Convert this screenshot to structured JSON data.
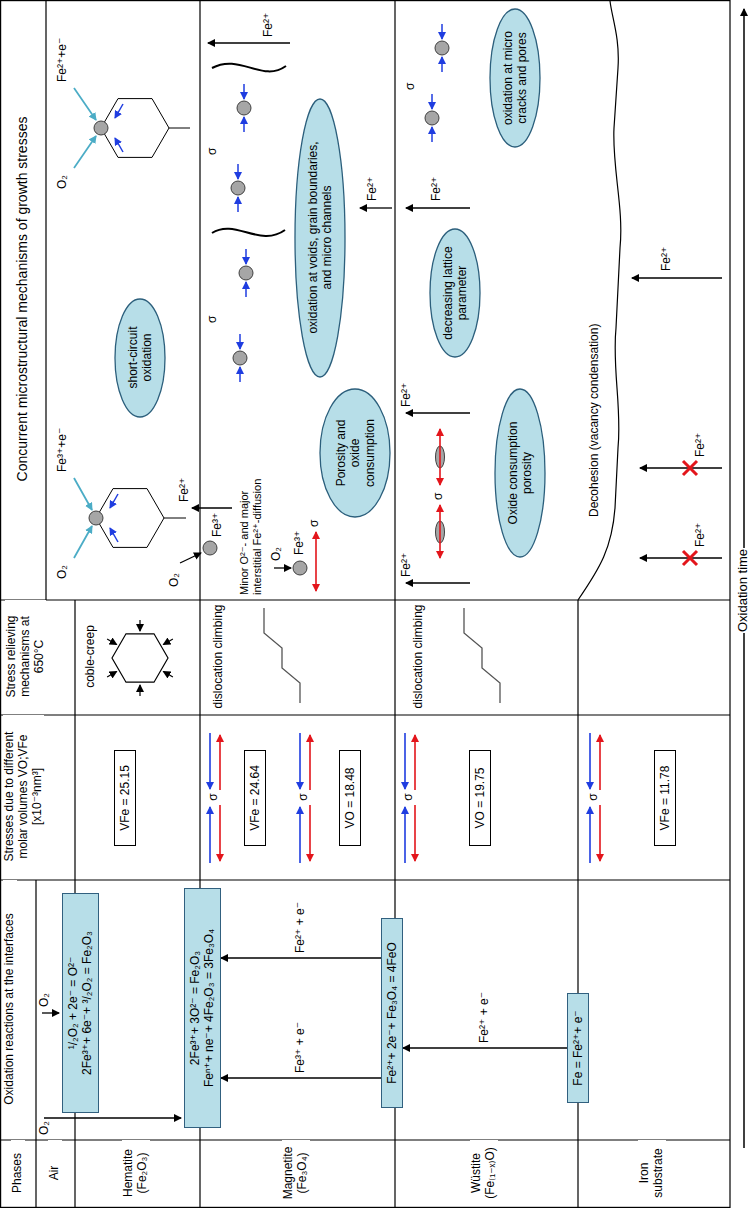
{
  "diagram": {
    "nodes": [
      {
        "text": [
          "¹/₂O₂ + 2e⁻ = O²⁻",
          "2Fe³⁺+ 6e⁻+ ³/₂O₂ = Fe₂O₃"
        ]
      },
      {
        "text": [
          "2Fe³⁺+ 3O²⁻ = Fe₂O₃",
          "Feⁿ⁺+ ne⁻+ 4Fe₂O₃ = 3Fe₃O₄"
        ]
      },
      {
        "text": [
          "Fe²⁺+ 2e⁻+ Fe₃O₄ = 4FeO"
        ]
      },
      {
        "text": [
          "Fe = Fe²⁺+ e⁻"
        ]
      },
      {
        "text": [
          "VFe = 25.15"
        ]
      },
      {
        "text": [
          "VFe = 24.64"
        ]
      },
      {
        "text": [
          "VO = 18.48"
        ]
      },
      {
        "text": [
          "VO = 19.75"
        ]
      },
      {
        "text": [
          "VFe = 11.78"
        ]
      },
      {
        "text": [
          "short-circuit oxidation"
        ]
      },
      {
        "text": [
          "oxidation at voids, grain boundaries, and micro channels"
        ]
      },
      {
        "text": [
          "Porosity and oxide consumption"
        ]
      },
      {
        "text": [
          "decreasing lattice parameter"
        ]
      },
      {
        "text": [
          "oxidation at micro cracks and pores"
        ]
      },
      {
        "text": [
          "Oxide consumption",
          "porosity"
        ]
      }
    ],
    "edges": [
      {
        "from": 3,
        "to": 2,
        "arrow": "to",
        "label": "Fe²⁺ + e⁻"
      },
      {
        "from": 2,
        "to": 1,
        "arrow": "to",
        "label": "Fe³⁺ + e⁻"
      },
      {
        "from": 2,
        "to": 1,
        "arrow": "to",
        "label": "Fe²⁺ + e⁻"
      }
    ],
    "labels": [
      "Phases",
      "Oxidation reactions at the interfaces",
      "Stresses due to different molar volumes VO;VFe [x10⁻³nm³]",
      "Stress relieving mechanisms at 650°C",
      "Concurrent microstructural mechanisms of growth stresses",
      "Air",
      "Hematite (Fe₂O₃)",
      "Magnetite (Fe₃O₄)",
      "Wüstite (Fe₍₁₋ₓ₎O)",
      "Iron substrate",
      "O₂",
      "O₂",
      "σ",
      "σ",
      "σ",
      "σ",
      "coble-creep",
      "dislocation climbing",
      "dislocation climbing",
      "O₂",
      "Fe²⁺+e⁻",
      "O₂",
      "Fe³⁺+e⁻",
      "O₂",
      "Fe³⁺",
      "Fe²⁺",
      "Minor O²⁻- and major interstitial Fe²⁺-diffusion",
      "σ",
      "σ",
      "Fe²⁺",
      "O₂",
      "Fe³⁺",
      "σ",
      "Fe²⁺",
      "Fe²⁺",
      "σ",
      "σ",
      "Fe²⁺",
      "Decohesion (vacancy condensation)",
      "Fe²⁺",
      "Fe²⁺",
      "Fe²⁺",
      "Oxidation time",
      "Fe²⁺"
    ]
  }
}
